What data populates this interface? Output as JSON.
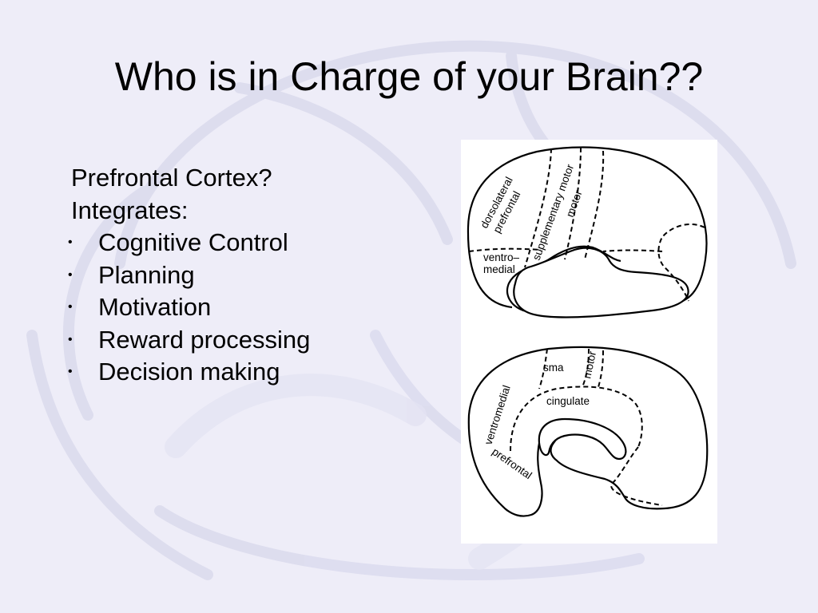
{
  "slide": {
    "title": "Who is in Charge of your Brain??"
  },
  "content": {
    "lines": [
      "Prefrontal Cortex?",
      "Integrates:"
    ],
    "bullet_glyph": "•",
    "bullets": [
      "Cognitive Control",
      "Planning",
      "Motivation",
      "Reward processing",
      "Decision making"
    ]
  },
  "figure": {
    "lateral_labels": {
      "dorsolateral": "dorsolateral",
      "prefrontal": "prefrontal",
      "supplementary_motor": "supplementary motor",
      "motor": "motor",
      "ventro": "ventro–",
      "medial": "medial"
    },
    "medial_labels": {
      "sma": "sma",
      "motor": "motor",
      "cingulate": "cingulate",
      "ventromedial": "ventromedial",
      "prefrontal": "prefrontal"
    }
  },
  "colors": {
    "background": "#eeedf8",
    "watermark": "#ddddef",
    "text": "#000000",
    "figure_background": "#ffffff"
  }
}
